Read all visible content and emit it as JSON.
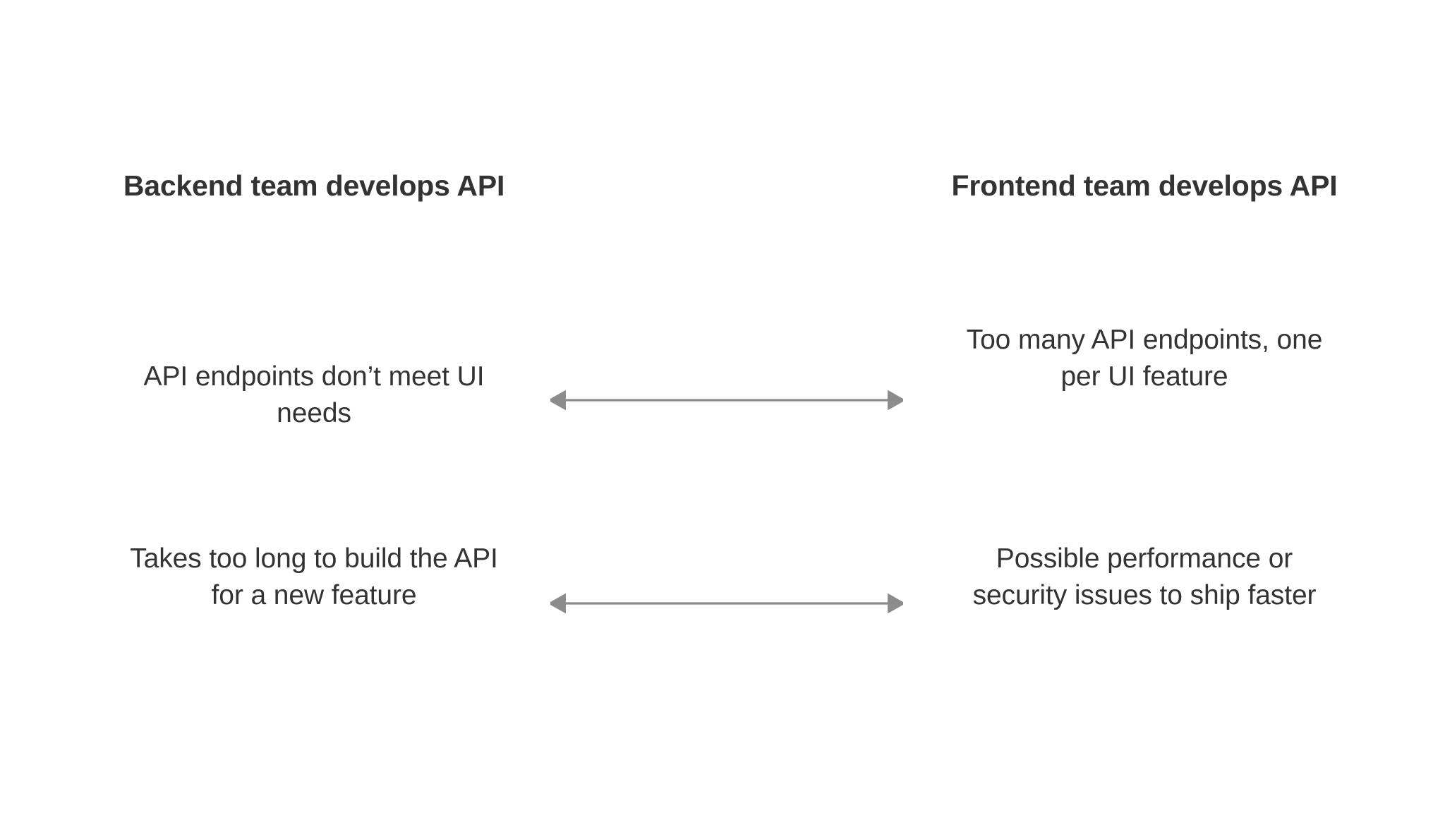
{
  "diagram": {
    "background_color": "#ffffff",
    "text_color": "#333333",
    "arrow_color": "#8c8c8c",
    "columns": [
      {
        "side": "left",
        "heading": "Backend team develops API",
        "pain_points": [
          "API endpoints don’t meet UI needs",
          "Takes too long to build the API for a new feature"
        ]
      },
      {
        "side": "right",
        "heading": "Frontend team develops API",
        "pain_points": [
          "Too many API endpoints, one per UI feature",
          "Possible performance or security issues to ship faster"
        ]
      }
    ],
    "connectors": [
      {
        "name": "connector-row-1",
        "style": "double-headed-arrow"
      },
      {
        "name": "connector-row-2",
        "style": "double-headed-arrow"
      }
    ]
  }
}
